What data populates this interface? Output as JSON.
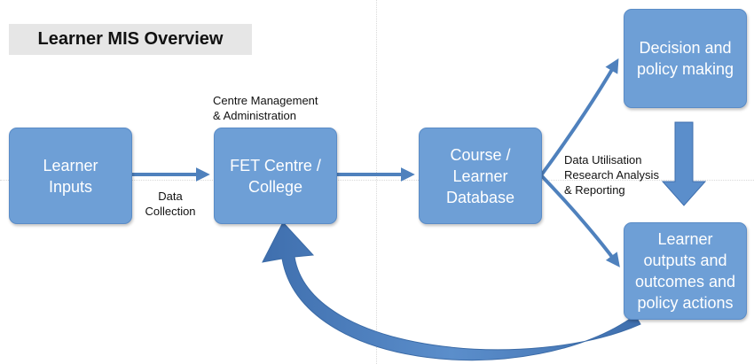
{
  "title": "Learner MIS Overview",
  "boxes": {
    "learner_inputs": "Learner\nInputs",
    "fet_centre": "FET Centre /\nCollege",
    "database": "Course /\nLearner\nDatabase",
    "decision": "Decision and\npolicy making",
    "outputs": "Learner\noutputs and\noutcomes and\npolicy actions"
  },
  "labels": {
    "data_collection": "Data\nCollection",
    "centre_management": "Centre Management\n& Administration",
    "data_utilisation": "Data Utilisation\nResearch Analysis\n& Reporting"
  },
  "colors": {
    "box_fill": "#6e9fd6",
    "arrow": "#4f81bd",
    "title_bg": "#e6e6e6"
  }
}
